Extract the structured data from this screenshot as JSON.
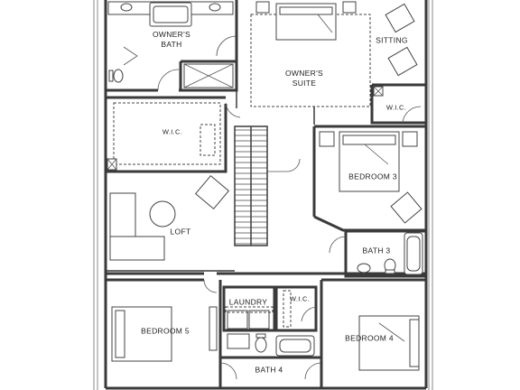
{
  "rooms": {
    "owners_bath": "OWNER'S\nBATH",
    "owners_suite": "OWNER'S\nSUITE",
    "sitting": "SITTING",
    "wic_owner": "W.I.C.",
    "wic_upper_right": "W.I.C.",
    "bedroom3": "BEDROOM 3",
    "loft": "LOFT",
    "bath3": "BATH 3",
    "laundry": "LAUNDRY",
    "wic_lower": "W.I.C.",
    "bedroom5": "BEDROOM 5",
    "bedroom4": "BEDROOM 4",
    "bath4": "BATH 4"
  },
  "icons": [
    "chair-icon",
    "bed-icon",
    "sofa-icon",
    "table-icon",
    "toilet-icon",
    "sink-icon",
    "tub-icon",
    "shower-icon",
    "staircase-icon",
    "door-swing-icon"
  ]
}
